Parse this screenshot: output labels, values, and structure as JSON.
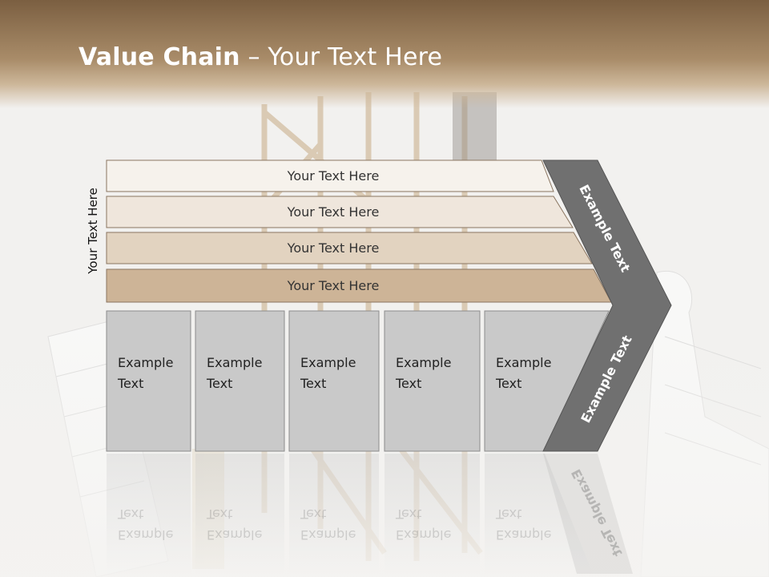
{
  "slide": {
    "title_bold": "Value Chain",
    "title_rest": " – Your Text Here",
    "side_label": "Your Text Here"
  },
  "bars": [
    {
      "label": "Your Text Here",
      "fill": "#f6f2ec"
    },
    {
      "label": "Your Text Here",
      "fill": "#efe6dc"
    },
    {
      "label": "Your Text Here",
      "fill": "#e2d3c0"
    },
    {
      "label": "Your Text Here",
      "fill": "#cdb497"
    }
  ],
  "boxes": [
    {
      "line1": "Example",
      "line2": "Text"
    },
    {
      "line1": "Example",
      "line2": "Text"
    },
    {
      "line1": "Example",
      "line2": "Text"
    },
    {
      "line1": "Example",
      "line2": "Text"
    },
    {
      "line1": "Example",
      "line2": "Text"
    }
  ],
  "chevron": {
    "upper_label": "Example Text",
    "lower_label": "Example Text",
    "fill": "#707070"
  },
  "colors": {
    "header_brown": "#7b5f41",
    "box_fill": "#c9c9c9",
    "bar_border": "#8a7560"
  }
}
